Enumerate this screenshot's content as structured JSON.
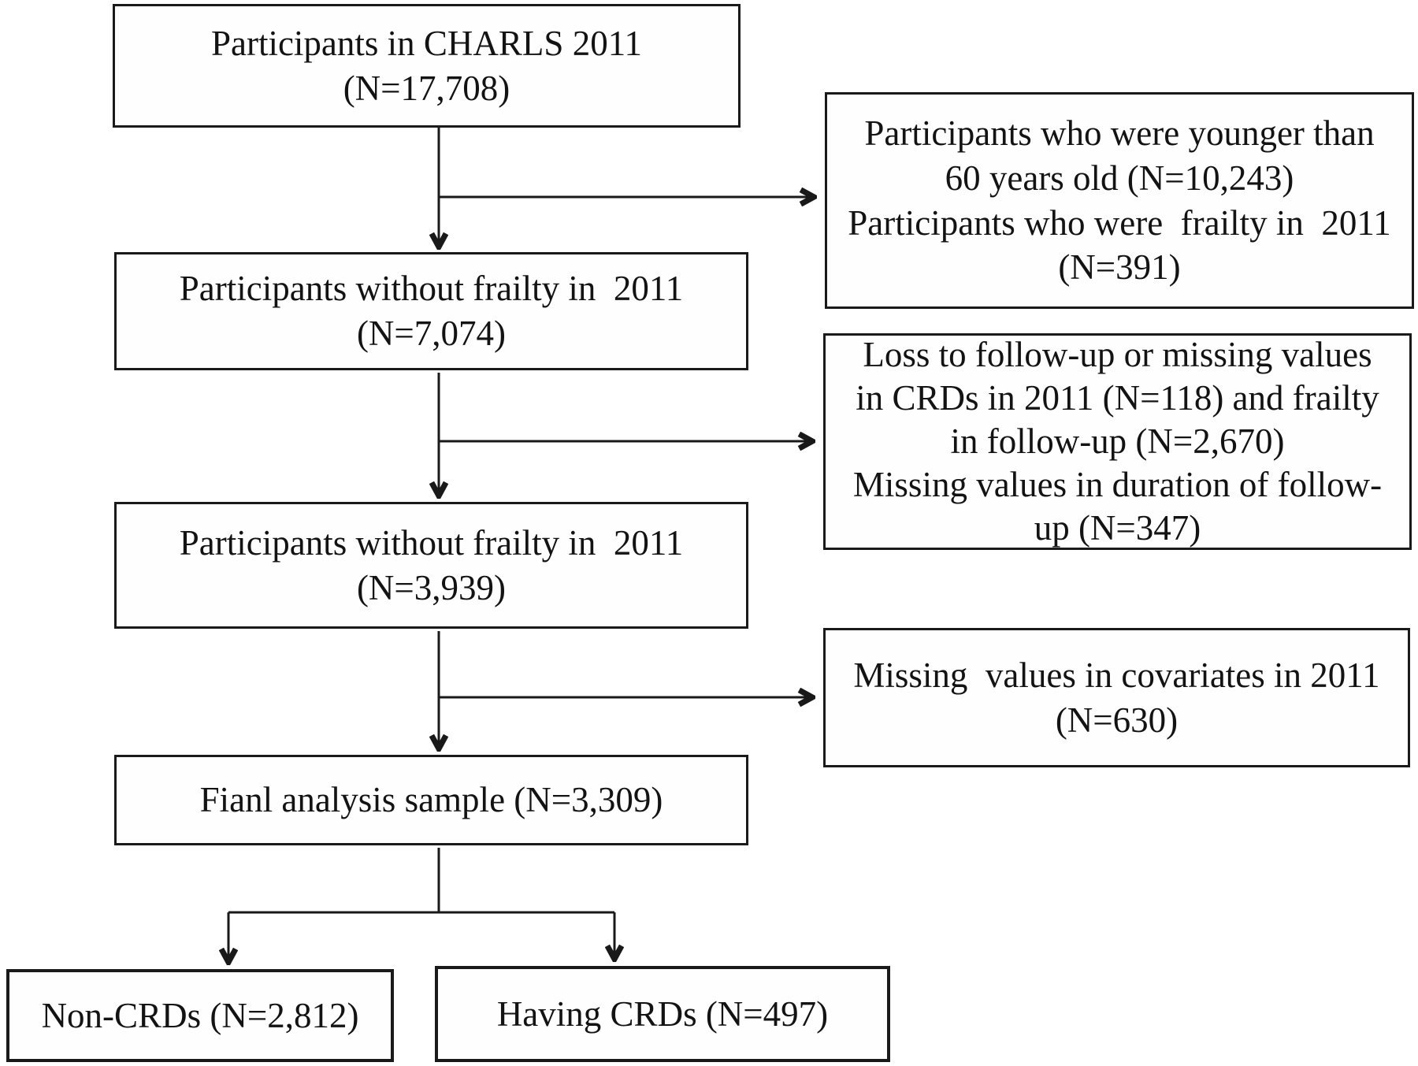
{
  "colors": {
    "background": "#ffffff",
    "box_border": "#1a1a1a",
    "line": "#191919",
    "text": "#131313"
  },
  "boxes": {
    "charls": {
      "lines": [
        "Participants in CHARLS 2011",
        "(N=17,708)"
      ]
    },
    "excluded_young_frailty": {
      "lines": [
        "Participants who were younger than",
        "60 years old (N=10,243)",
        "Participants who were  frailty in  2011",
        "(N=391)"
      ]
    },
    "without_frailty_7074": {
      "lines": [
        "Participants without frailty in  2011",
        "(N=7,074)"
      ]
    },
    "excluded_followup": {
      "lines": [
        "Loss to follow-up or missing values",
        "in CRDs in 2011 (N=118) and frailty",
        "in follow-up (N=2,670)",
        "Missing values in duration of follow-",
        "up (N=347)"
      ]
    },
    "without_frailty_3939": {
      "lines": [
        "Participants without frailty in  2011",
        "(N=3,939)"
      ]
    },
    "excluded_covariates": {
      "lines": [
        "Missing  values in covariates in 2011",
        "(N=630)"
      ]
    },
    "final_sample": {
      "lines": [
        "Fianl analysis sample (N=3,309)"
      ]
    },
    "non_crds": {
      "lines": [
        "Non-CRDs (N=2,812)"
      ]
    },
    "having_crds": {
      "lines": [
        "Having CRDs (N=497)"
      ]
    }
  }
}
